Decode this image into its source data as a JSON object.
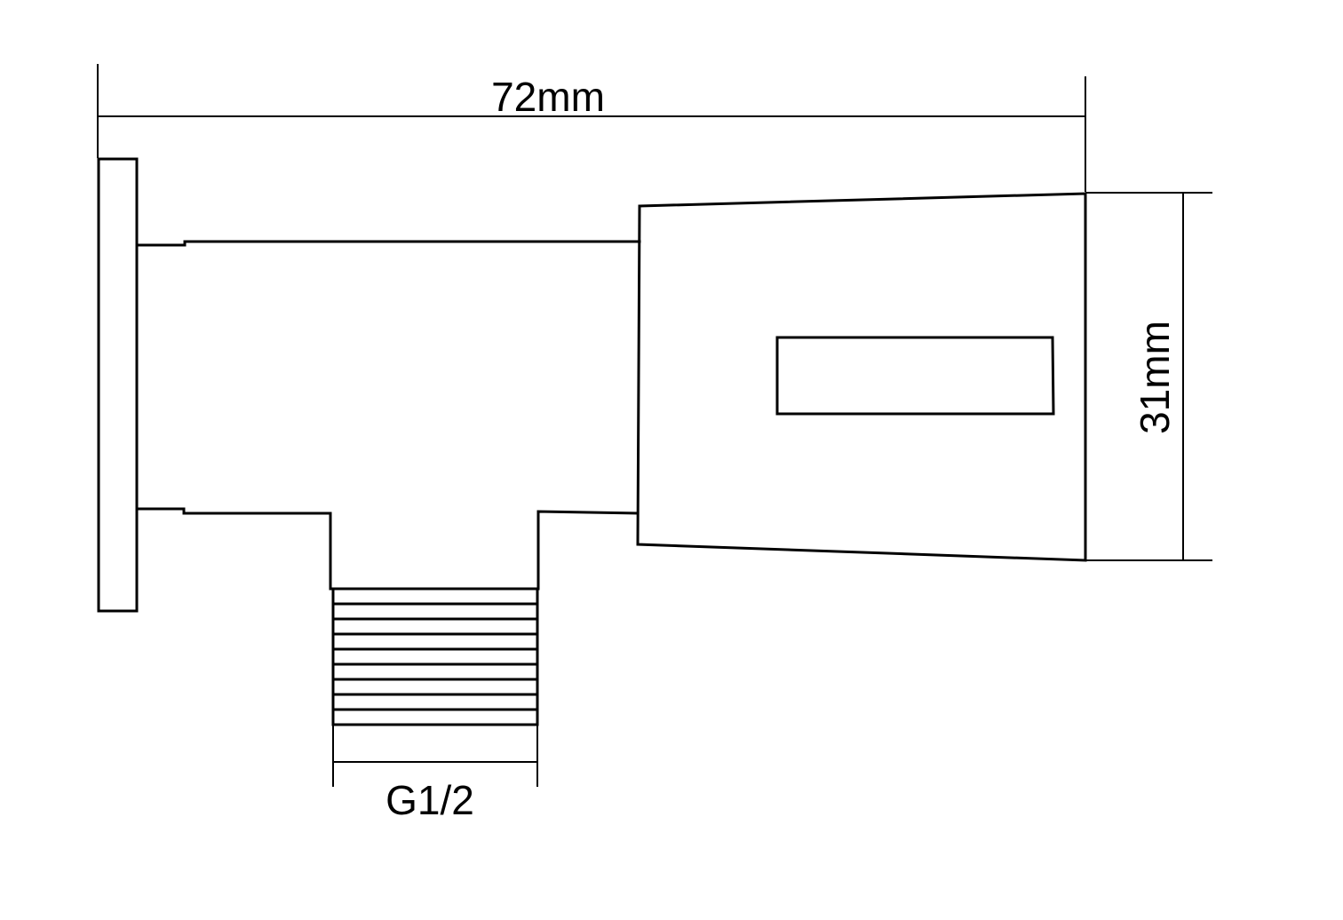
{
  "dimensions": {
    "overall_length": "72mm",
    "height": "31mm",
    "thread_size": "G1/2"
  },
  "colors": {
    "line": "#000000",
    "background": "#ffffff"
  }
}
